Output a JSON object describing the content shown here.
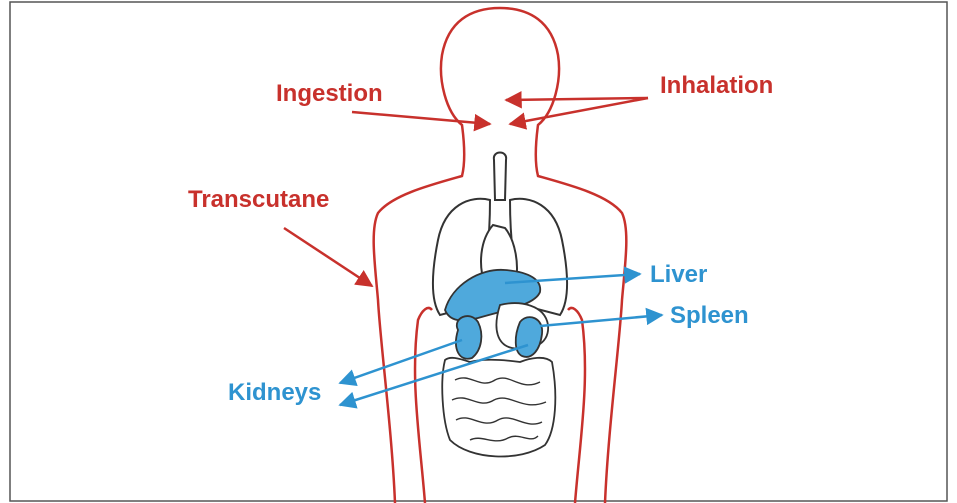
{
  "labels": {
    "ingestion": "Ingestion",
    "inhalation": "Inhalation",
    "transcutane": "Transcutane",
    "liver": "Liver",
    "spleen": "Spleen",
    "kidneys": "Kidneys"
  },
  "colors": {
    "route": "#c8312c",
    "organ": "#2e93d0",
    "organ_fill": "#4fa9dc",
    "anatomy_line": "#333333",
    "frame": "#555555"
  }
}
